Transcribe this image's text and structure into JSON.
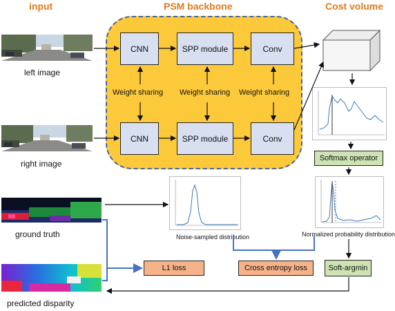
{
  "headers": {
    "input": "input",
    "backbone": "PSM backbone",
    "cost_volume": "Cost volume"
  },
  "images": {
    "left": "left image",
    "right": "right image",
    "ground_truth": "ground truth",
    "predicted": "predicted disparity"
  },
  "backbone": {
    "top": [
      "CNN",
      "SPP module",
      "Conv"
    ],
    "bottom": [
      "CNN",
      "SPP module",
      "Conv"
    ],
    "weight_sharing": "Weight sharing"
  },
  "ops": {
    "softmax": "Softmax operator",
    "soft_argmin": "Soft-argmin",
    "l1_loss": "L1 loss",
    "cross_entropy": "Cross entropy loss"
  },
  "captions": {
    "noise": "Noise-sampled distribution",
    "normalized": "Normalized probability distribution"
  },
  "colors": {
    "header": "#e07b1e",
    "backbone_fill": "#fcc93a",
    "backbone_border": "#3a63b5",
    "block_fill": "#d7dff0",
    "green_fill": "#cde3b3",
    "orange_fill": "#f6b38a",
    "arrow_blue": "#4472c4"
  }
}
